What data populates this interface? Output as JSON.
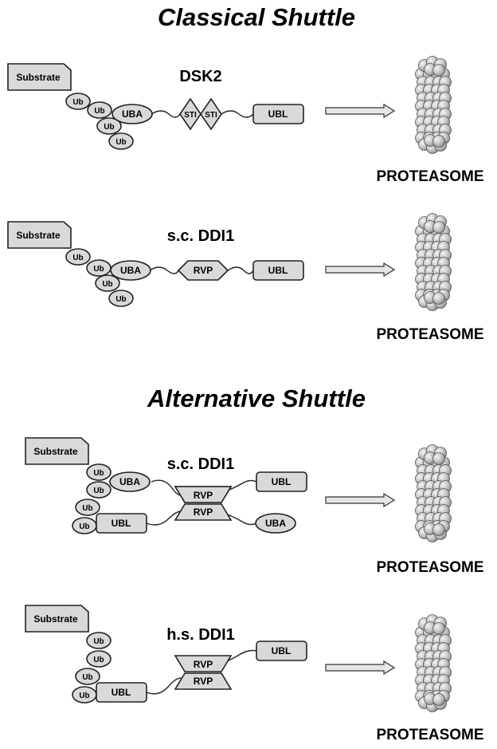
{
  "sections": [
    {
      "title": "Classical Shuttle"
    },
    {
      "title": "Alternative Shuttle"
    }
  ],
  "labels": {
    "substrate": "Substrate",
    "ub": "Ub",
    "uba": "UBA",
    "ubl": "UBL",
    "sti": "STI",
    "rvp": "RVP",
    "proteasome": "PROTEASOME"
  },
  "rows": [
    {
      "name": "DSK2",
      "section": "Classical Shuttle"
    },
    {
      "name": "s.c. DDI1",
      "section": "Classical Shuttle"
    },
    {
      "name": "s.c. DDI1",
      "section": "Alternative Shuttle"
    },
    {
      "name": "h.s. DDI1",
      "section": "Alternative Shuttle"
    }
  ],
  "colors": {
    "shape_fill": "#d9d9d9",
    "outline": "#222222",
    "sphere_light": "#f2f2f2",
    "sphere_dark": "#8c8c8c"
  }
}
